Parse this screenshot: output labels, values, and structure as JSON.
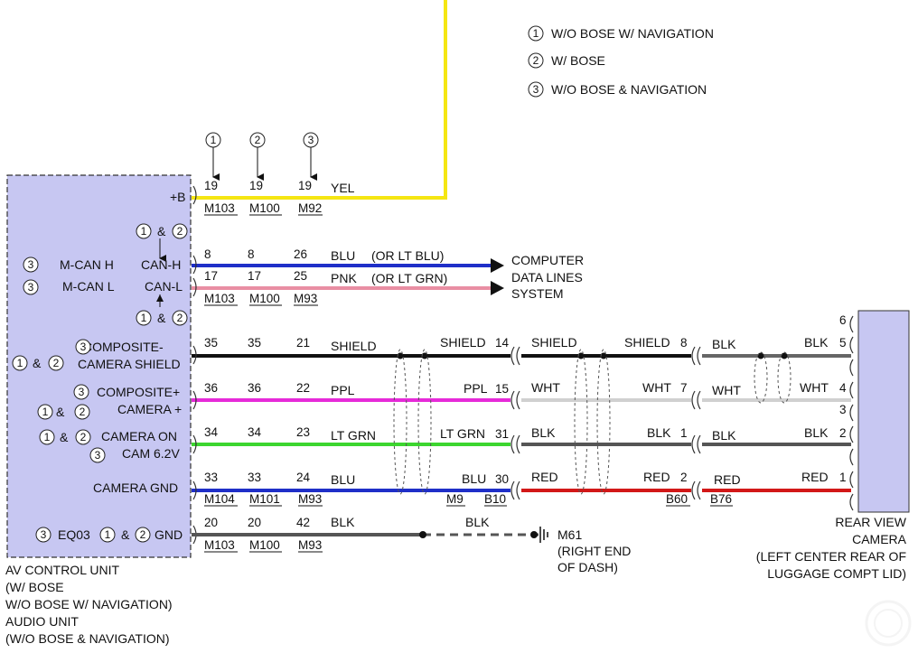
{
  "legend": [
    {
      "num": "1",
      "text": "W/O BOSE W/ NAVIGATION"
    },
    {
      "num": "2",
      "text": "W/ BOSE"
    },
    {
      "num": "3",
      "text": "W/O BOSE & NAVIGATION"
    }
  ],
  "colors": {
    "yel": "#f5e612",
    "blu": "#1f2fc8",
    "pnk": "#e98ea3",
    "blk": "#111111",
    "ppl": "#e62ad8",
    "ltgrn": "#3cd62f",
    "gray": "#555555",
    "wht": "#d0d0d0",
    "red": "#d21818",
    "unit_fill": "#c7c7f2"
  },
  "left_unit": {
    "pins": {
      "pwr": "+B",
      "canh": "CAN-H",
      "canl": "CAN-L",
      "comp_shield_1": "COMPOSITE-",
      "comp_shield_2": "CAMERA SHIELD",
      "comp_plus_1": "COMPOSITE+",
      "comp_plus_2": "CAMERA +",
      "cam_on_1": "CAMERA ON",
      "cam_on_2": "CAM 6.2V",
      "cam_gnd": "CAMERA GND",
      "gnd": "GND"
    },
    "mcanh": "M-CAN H",
    "mcanl": "M-CAN L",
    "eq": "EQ03",
    "amp": "&",
    "caption": [
      "AV CONTROL UNIT",
      "(W/ BOSE",
      "W/O BOSE W/ NAVIGATION)",
      "AUDIO UNIT",
      "(W/O BOSE & NAVIGATION)"
    ]
  },
  "wires": {
    "yel": {
      "pins": [
        "19",
        "19",
        "19"
      ],
      "color": "YEL",
      "conns": [
        "M103",
        "M100",
        "M92"
      ]
    },
    "canh": {
      "pins": [
        "8",
        "8",
        "26"
      ],
      "color": "BLU",
      "alt": "(OR LT BLU)"
    },
    "canl": {
      "pins": [
        "17",
        "17",
        "25"
      ],
      "color": "PNK",
      "alt": "(OR LT GRN)",
      "conns": [
        "M103",
        "M100",
        "M93"
      ]
    },
    "shield": {
      "pins": [
        "35",
        "35",
        "21"
      ],
      "color": "SHIELD",
      "mid_color": "SHIELD",
      "mid_pin": "14",
      "r_color_a": "SHIELD",
      "r_color_b": "SHIELD",
      "r_pin": "8",
      "c_color_a": "BLK",
      "c_color_b": "BLK",
      "c_pin": "5"
    },
    "ppl": {
      "pins": [
        "36",
        "36",
        "22"
      ],
      "color": "PPL",
      "mid_color": "PPL",
      "mid_pin": "15",
      "r_color_a": "WHT",
      "r_color_b": "WHT",
      "r_pin": "7",
      "c_color_a": "WHT",
      "c_color_b": "WHT",
      "c_pin": "4"
    },
    "ltgrn": {
      "pins": [
        "34",
        "34",
        "23"
      ],
      "color": "LT GRN",
      "mid_color": "LT GRN",
      "mid_pin": "31",
      "r_color_a": "BLK",
      "r_color_b": "BLK",
      "r_pin": "1",
      "c_color_a": "BLK",
      "c_color_b": "BLK",
      "c_pin": "2"
    },
    "blu": {
      "pins": [
        "33",
        "33",
        "24"
      ],
      "color": "BLU",
      "mid_color": "BLU",
      "mid_pin": "30",
      "r_color_a": "RED",
      "r_color_b": "RED",
      "r_pin": "2",
      "c_color_a": "RED",
      "c_color_b": "RED",
      "c_pin": "1",
      "conns": [
        "M104",
        "M101",
        "M93"
      ],
      "mid_conns": [
        "M9",
        "B10"
      ],
      "r_conns": [
        "B60",
        "B76"
      ]
    },
    "gnd": {
      "pins": [
        "20",
        "20",
        "42"
      ],
      "color": "BLK",
      "mid_color": "BLK",
      "conns": [
        "M103",
        "M100",
        "M93"
      ]
    }
  },
  "camera_pins": {
    "p6": "6",
    "p3": "3"
  },
  "cdl": [
    "COMPUTER",
    "DATA LINES",
    "SYSTEM"
  ],
  "ground": {
    "name": "M61",
    "desc": [
      "(RIGHT END",
      "OF DASH)"
    ]
  },
  "camera": [
    "REAR VIEW",
    "CAMERA",
    "(LEFT CENTER REAR OF",
    "LUGGAGE COMPT LID)"
  ]
}
